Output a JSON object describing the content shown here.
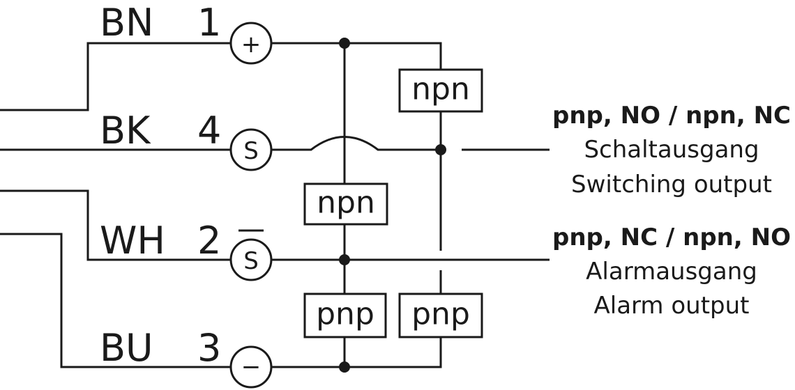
{
  "wires": [
    {
      "color": "BN",
      "pin": "1",
      "symbol": "+"
    },
    {
      "color": "BK",
      "pin": "4",
      "symbol": "S"
    },
    {
      "color": "WH",
      "pin": "2",
      "symbol": "S"
    },
    {
      "color": "BU",
      "pin": "3",
      "symbol": "−"
    }
  ],
  "transistors": {
    "npn_right": "npn",
    "npn_left": "npn",
    "pnp_left": "pnp",
    "pnp_right": "pnp"
  },
  "outputs": {
    "switching": {
      "mode": "pnp, NO / npn, NC",
      "german": "Schaltausgang",
      "english": "Switching output"
    },
    "alarm": {
      "mode": "pnp, NC / npn, NO",
      "german": "Alarmausgang",
      "english": "Alarm output"
    }
  }
}
